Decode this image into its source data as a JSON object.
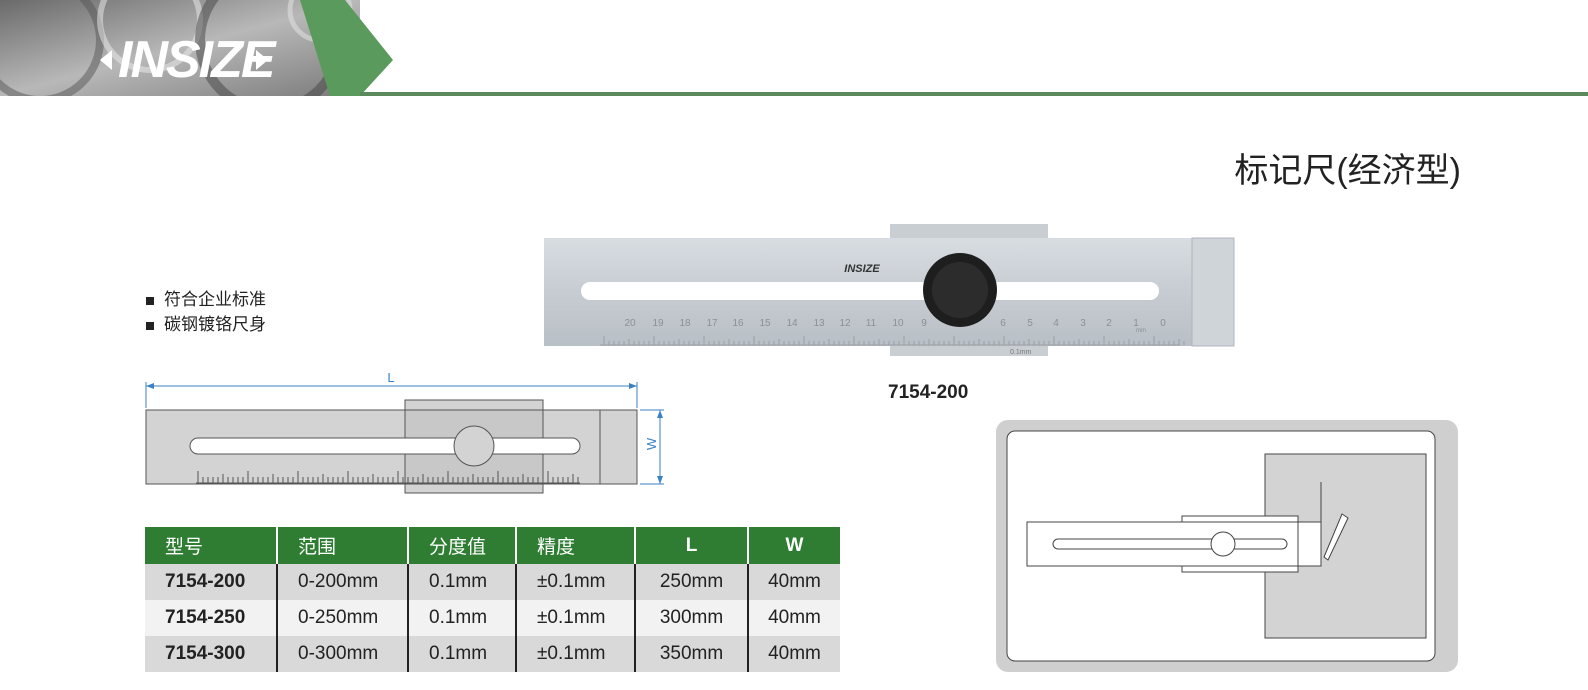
{
  "brand": {
    "logo_text": "INSIZE",
    "accent_color": "#2e7d32",
    "line_color": "#5a8a5c"
  },
  "title": "标记尺(经济型)",
  "features": [
    "符合企业标准",
    "碳钢镀铬尺身"
  ],
  "photo": {
    "model_label": "7154-200",
    "logo": "INSIZE",
    "scale_numbers": [
      "20",
      "19",
      "18",
      "17",
      "16",
      "15",
      "14",
      "13",
      "12",
      "11",
      "10",
      "9",
      "6",
      "5",
      "4",
      "3",
      "2",
      "1",
      "0"
    ],
    "unit": "mm",
    "vernier": "0.1mm"
  },
  "diagram": {
    "length_label": "L",
    "width_label": "W"
  },
  "table": {
    "headers": [
      "型号",
      "范围",
      "分度值",
      "精度",
      "L",
      "W"
    ],
    "rows": [
      [
        "7154-200",
        "0-200mm",
        "0.1mm",
        "±0.1mm",
        "250mm",
        "40mm"
      ],
      [
        "7154-250",
        "0-250mm",
        "0.1mm",
        "±0.1mm",
        "300mm",
        "40mm"
      ],
      [
        "7154-300",
        "0-300mm",
        "0.1mm",
        "±0.1mm",
        "350mm",
        "40mm"
      ]
    ]
  }
}
